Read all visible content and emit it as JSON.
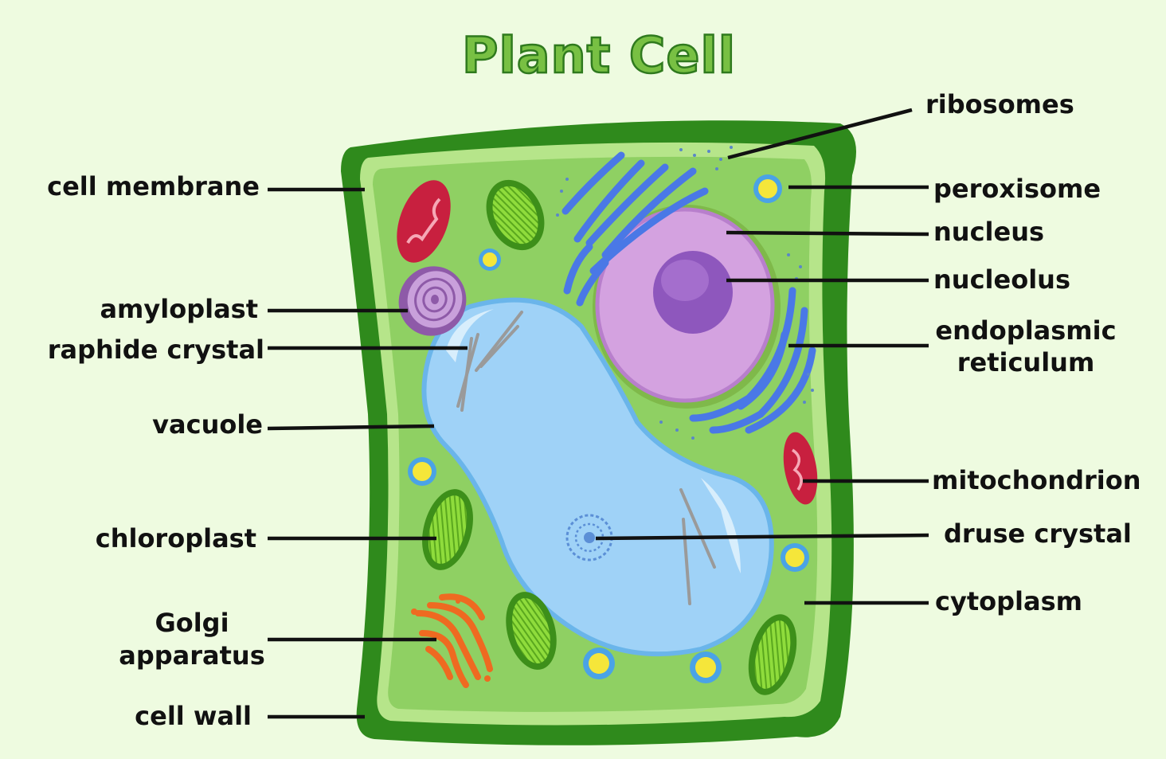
{
  "title": "Plant Cell",
  "labels": {
    "cell_membrane": "cell membrane",
    "amyloplast": "amyloplast",
    "raphide_crystal": "raphide crystal",
    "vacuole": "vacuole",
    "chloroplast": "chloroplast",
    "golgi_line1": "Golgi",
    "golgi_line2": "apparatus",
    "cell_wall": "cell wall",
    "ribosomes": "ribosomes",
    "peroxisome": "peroxisome",
    "nucleus": "nucleus",
    "nucleolus": "nucleolus",
    "er_line1": "endoplasmic",
    "er_line2": "reticulum",
    "mitochondrion": "mitochondrion",
    "druse_crystal": "druse crystal",
    "cytoplasm": "cytoplasm"
  },
  "colors": {
    "background": "#eefbe0",
    "title_fill": "#78c043",
    "title_stroke": "#2f7a1e",
    "cell_wall": "#2f8a1c",
    "membrane": "#b6e58a",
    "cytoplasm": "#8fd063",
    "vacuole": "#9fd2f7",
    "nucleus": "#d4a2e0",
    "nucleolus": "#8e57bd",
    "er": "#4a78e6",
    "mitochondrion": "#c8203f",
    "chloroplast": "#5dbb2a",
    "golgi": "#ee6a21",
    "peroxisome": "#f5e63a",
    "amyloplast": "#b889c9"
  }
}
